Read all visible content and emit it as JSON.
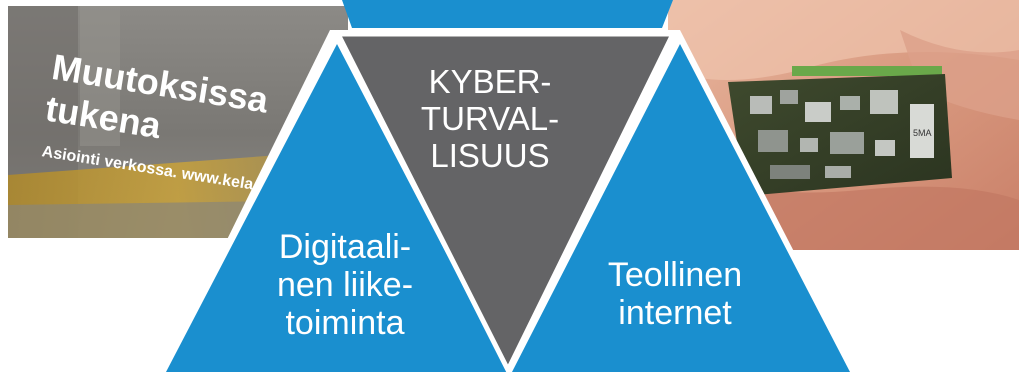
{
  "triangles": {
    "center": {
      "label": "KYBER-\nTURVAL-\nLISUUS",
      "color": "#646466"
    },
    "left": {
      "label": "Digitaali-\nnen liike-\ntoiminta",
      "color": "#1a8fcf"
    },
    "right": {
      "label": "Teollinen\ninternet",
      "color": "#1a8fcf"
    },
    "top": {
      "color": "#1a8fcf"
    }
  },
  "photos": {
    "left": {
      "sign_line1": "Muutoksissa",
      "sign_line2": "tukena",
      "sign_line3": "Asiointi verkossa. www.kela"
    },
    "right": {
      "board_marking": "5MA"
    }
  }
}
